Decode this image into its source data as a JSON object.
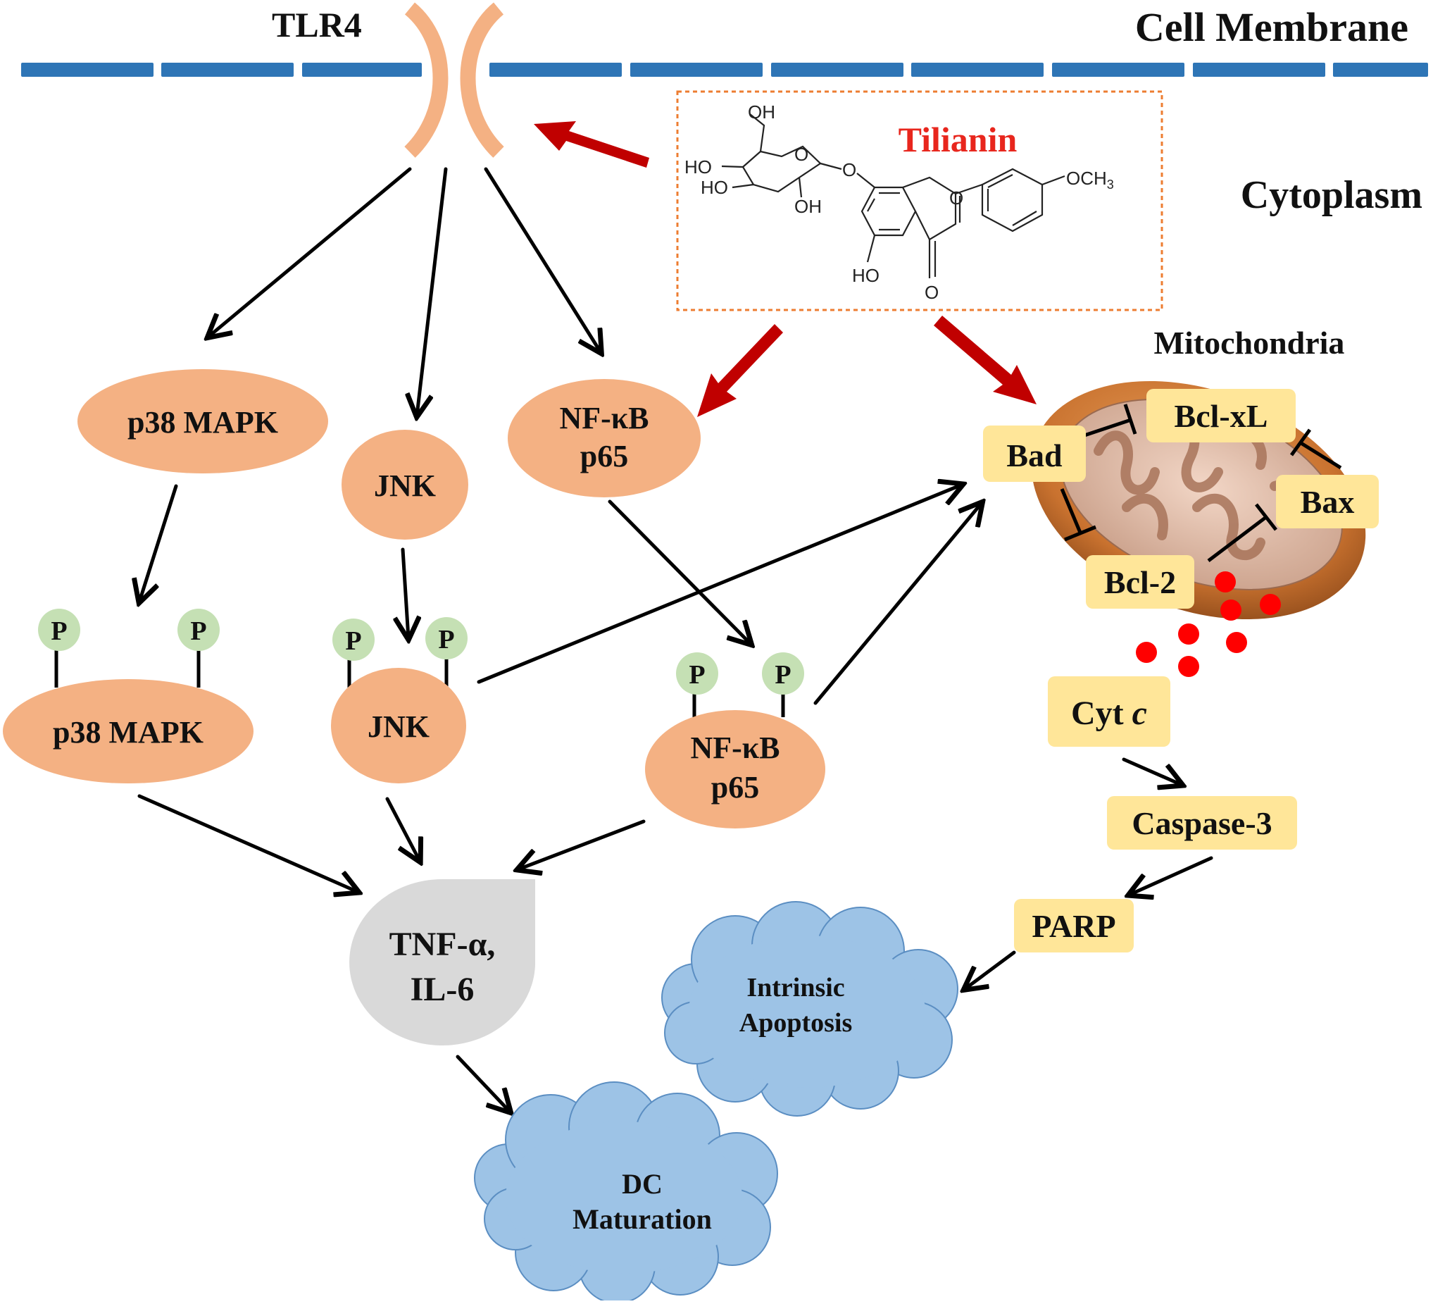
{
  "colors": {
    "membrane": "#2e75b6",
    "receptor": "#f4b183",
    "kinase": "#f4b183",
    "phospho": "#c5e0b4",
    "mito_box": "#ffe699",
    "cloud": "#9dc3e6",
    "cytokine": "#d9d9d9",
    "drug_arrow": "#c00000",
    "drug_label": "#e8261d",
    "arrow": "#000000",
    "cyt_dots": "#ff0000"
  },
  "membrane": {
    "receptor_label": "TLR4",
    "label": "Cell Membrane"
  },
  "compartment": {
    "cytoplasm": "Cytoplasm",
    "mitochondria": "Mitochondria"
  },
  "drug": {
    "name": "Tilianin",
    "structure_labels": {
      "oh_top": "OH",
      "ho_1": "HO",
      "ho_2": "HO",
      "oh_sugar": "OH",
      "o_link": "O",
      "o_ring_sugar": "O",
      "o_ring": "O",
      "och3": "OCH",
      "och3_sub": "3",
      "ho_5": "HO",
      "o_keto": "O"
    }
  },
  "nodes": {
    "p38_top": "p38 MAPK",
    "jnk_top": "JNK",
    "nfkb_top_1": "NF-κB",
    "nfkb_top_2": "p65",
    "p38_p": "p38 MAPK",
    "jnk_p": "JNK",
    "nfkb_p_1": "NF-κB",
    "nfkb_p_2": "p65",
    "phospho": "P",
    "cytokines_1": "TNF-α,",
    "cytokines_2": "IL-6",
    "dc_1": "DC",
    "dc_2": "Maturation",
    "apop_1": "Intrinsic",
    "apop_2": "Apoptosis"
  },
  "mito": {
    "bad": "Bad",
    "bclxl": "Bcl-xL",
    "bax": "Bax",
    "bcl2": "Bcl-2",
    "cytc": "Cyt",
    "cytc_italic": "c",
    "casp3": "Caspase-3",
    "parp": "PARP"
  }
}
